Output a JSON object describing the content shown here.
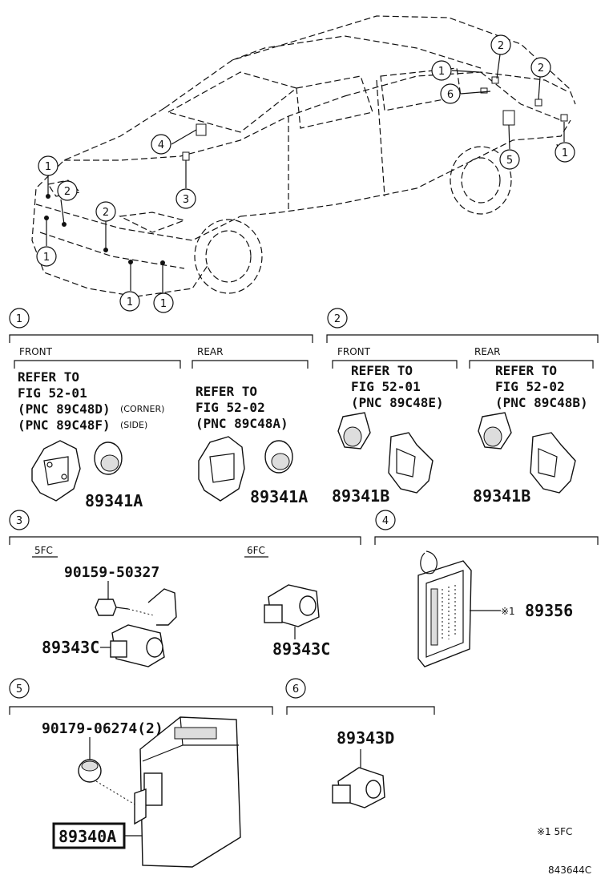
{
  "callouts": [
    "1",
    "2",
    "3",
    "4",
    "5",
    "6"
  ],
  "section1": {
    "num": "1",
    "front": {
      "label": "FRONT",
      "refer_lines": [
        "REFER TO",
        "FIG 52-01",
        "(PNC 89C48D)",
        "(PNC 89C48F)"
      ],
      "notes": [
        "(CORNER)",
        "(SIDE)"
      ],
      "part": "89341A"
    },
    "rear": {
      "label": "REAR",
      "refer_lines": [
        "REFER TO",
        "FIG 52-02",
        "(PNC 89C48A)"
      ],
      "part": "89341A"
    }
  },
  "section2": {
    "num": "2",
    "front": {
      "label": "FRONT",
      "refer_lines": [
        "REFER TO",
        "FIG 52-01",
        "(PNC 89C48E)"
      ],
      "part": "89341B"
    },
    "rear": {
      "label": "REAR",
      "refer_lines": [
        "REFER TO",
        "FIG 52-02",
        "(PNC 89C48B)"
      ],
      "part": "89341B"
    }
  },
  "section3": {
    "num": "3",
    "left_label": "5FC",
    "right_label": "6FC",
    "bolt": "90159-50327",
    "part_left": "89343C",
    "part_right": "89343C"
  },
  "section4": {
    "num": "4",
    "mark": "※1",
    "part": "89356"
  },
  "section5": {
    "num": "5",
    "nut": "90179-06274(2)",
    "part": "89340A"
  },
  "section6": {
    "num": "6",
    "part": "89343D"
  },
  "footnote": "※1  5FC",
  "diagram_id": "843644C"
}
